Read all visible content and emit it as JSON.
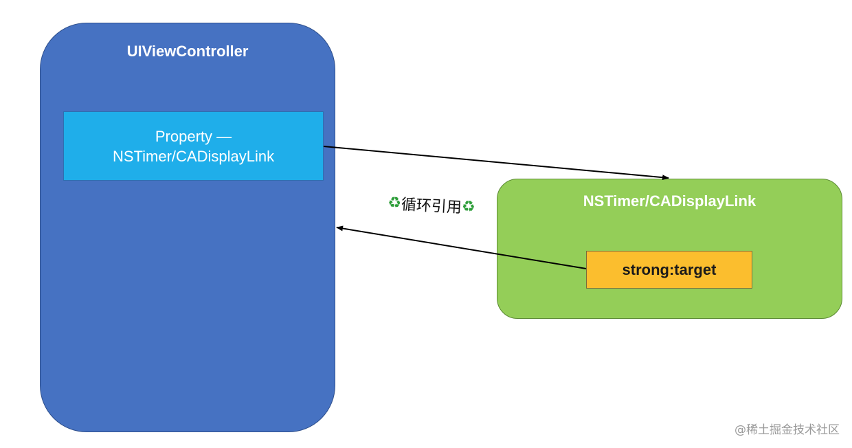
{
  "view_controller": {
    "title": "UIViewController",
    "property_line1": "Property  —",
    "property_line2": "NSTimer/CADisplayLink"
  },
  "timer": {
    "title": "NSTimer/CADisplayLink",
    "target_label": "strong:target"
  },
  "cycle_label": {
    "text": "循环引用",
    "icon": "recycle-icon"
  },
  "watermark": "@稀土掘金技术社区",
  "colors": {
    "view_controller_fill": "#4672C2",
    "property_fill": "#1FAEEA",
    "timer_fill": "#94CE58",
    "target_fill": "#FBBE2E",
    "arrow": "#000000",
    "recycle_icon": "#2E9E3A"
  }
}
